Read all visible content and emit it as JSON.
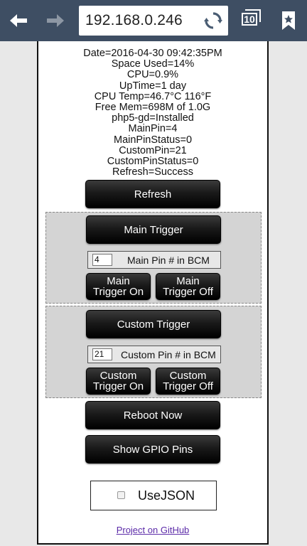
{
  "browser": {
    "url": "192.168.0.246",
    "tab_count": "10",
    "icons": [
      "back-arrow-icon",
      "forward-arrow-icon",
      "reload-icon",
      "tabs-icon",
      "bookmark-icon"
    ]
  },
  "status": {
    "lines": [
      "Date=2016-04-30 09:42:35PM",
      "Space Used=14%",
      "CPU=0.9%",
      "UpTime=1 day",
      "CPU Temp=46.7°C 116°F",
      "Free Mem=698M of 1.0G",
      "php5-gd=Installed",
      "MainPin=4",
      "MainPinStatus=0",
      "CustomPin=21",
      "CustomPinStatus=0",
      "Refresh=Success"
    ]
  },
  "buttons": {
    "refresh": "Refresh",
    "main_trigger": "Main Trigger",
    "main_on": "Main\nTrigger On",
    "main_off": "Main\nTrigger Off",
    "custom_trigger": "Custom Trigger",
    "custom_on": "Custom\nTrigger On",
    "custom_off": "Custom\nTrigger Off",
    "reboot": "Reboot Now",
    "show_gpio": "Show GPIO Pins"
  },
  "main_pin": {
    "value": "4",
    "label": "Main Pin # in BCM"
  },
  "custom_pin": {
    "value": "21",
    "label": "Custom Pin # in BCM"
  },
  "use_json": {
    "label": "UseJSON",
    "checked": false
  },
  "link": {
    "github": "Project on GitHub"
  },
  "colors": {
    "toolbar": "#3e4e63",
    "button": "#000000",
    "panel": "#d4d4d4",
    "link": "#5b2aa8"
  }
}
